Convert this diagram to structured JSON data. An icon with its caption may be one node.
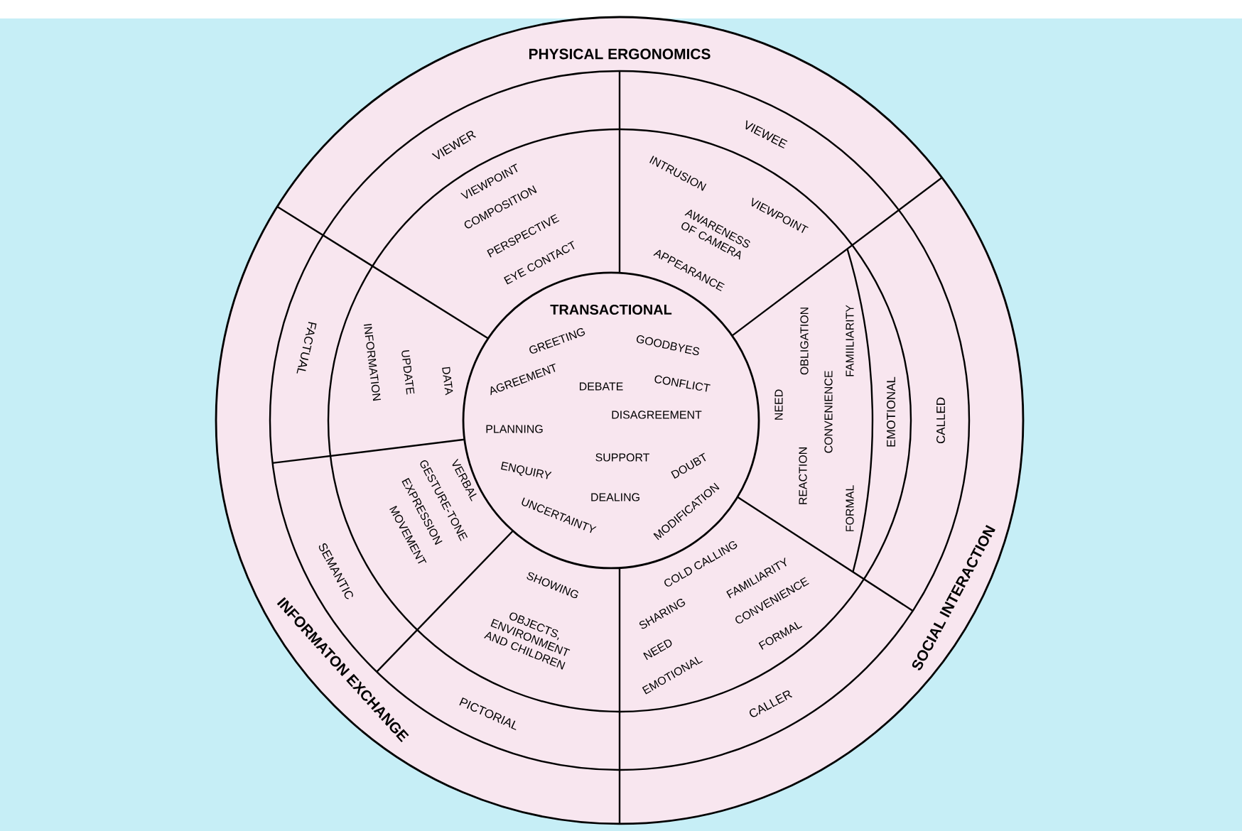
{
  "diagram": {
    "nodes": [
      {
        "text": [
          "PHYSICAL ERGONOMICS"
        ]
      },
      {
        "text": [
          "INFORMATON EXCHANGE"
        ]
      },
      {
        "text": [
          "SOCIAL INTERACTION"
        ]
      },
      {
        "text": [
          "VIEWER"
        ]
      },
      {
        "text": [
          "VIEWEE"
        ]
      },
      {
        "text": [
          "FACTUAL"
        ]
      },
      {
        "text": [
          "SEMANTIC"
        ]
      },
      {
        "text": [
          "PICTORIAL"
        ]
      },
      {
        "text": [
          "CALLER"
        ]
      },
      {
        "text": [
          "CALLED"
        ]
      },
      {
        "text": [
          "EMOTIONAL"
        ]
      },
      {
        "text": [
          "VIEWPOINT",
          "COMPOSITION",
          "PERSPECTIVE",
          "EYE CONTACT"
        ]
      },
      {
        "text": [
          "INTRUSION",
          "VIEWPOINT",
          "AWARENESS OF CAMERA",
          "APPEARANCE"
        ]
      },
      {
        "text": [
          "INFORMATION",
          "UPDATE",
          "DATA"
        ]
      },
      {
        "text": [
          "VERBAL",
          "GESTURE-TONE",
          "EXPRESSION",
          "MOVEMENT"
        ]
      },
      {
        "text": [
          "SHOWING",
          "OBJECTS, ENVIRONMENT AND CHILDREN"
        ]
      },
      {
        "text": [
          "COLD CALLING",
          "FAMILIARITY",
          "SHARING",
          "CONVENIENCE",
          "NEED",
          "FORMAL",
          "EMOTIONAL"
        ]
      },
      {
        "text": [
          "NEED",
          "OBLIGATION",
          "REACTION",
          "CONVENIENCE",
          "FAMIILIARITY",
          "FORMAL"
        ]
      },
      {
        "text": [
          "TRANSACTIONAL",
          "GREETING",
          "GOODBYES",
          "AGREEMENT",
          "DEBATE",
          "CONFLICT",
          "DISAGREEMENT",
          "PLANNING",
          "SUPPORT",
          "DOUBT",
          "ENQUIRY",
          "DEALING",
          "UNCERTAINTY",
          "MODIFICATION"
        ]
      }
    ]
  }
}
